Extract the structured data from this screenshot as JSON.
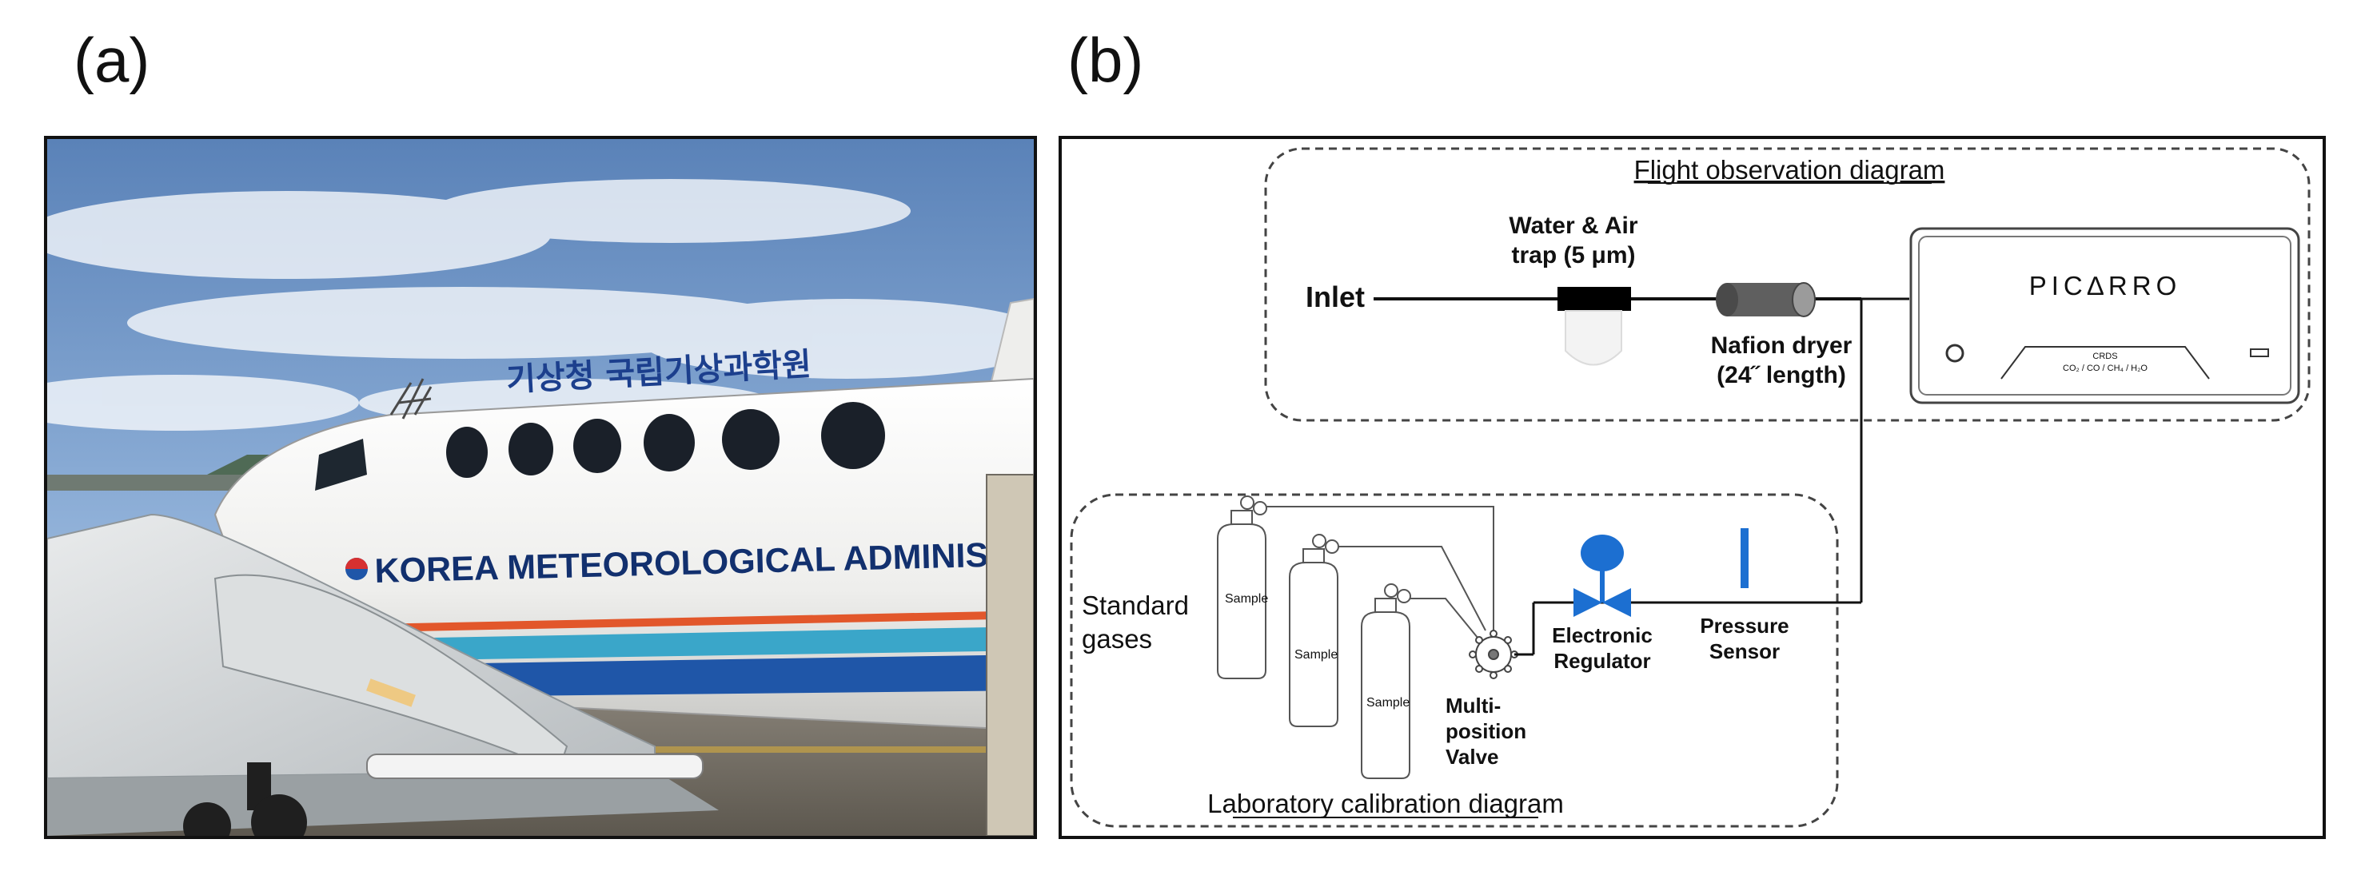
{
  "panels": {
    "a": {
      "label": "(a)"
    },
    "b": {
      "label": "(b)"
    }
  },
  "photo": {
    "fuselage_korean_text": "기상청 국립기상과학원",
    "fuselage_english_text": "KOREA METEOROLOGICAL ADMINISTRATION"
  },
  "diagram": {
    "flight_box_title": "Flight observation diagram",
    "lab_box_title": "Laboratory calibration diagram",
    "inlet_label": "Inlet",
    "trap_label_line1": "Water & Air",
    "trap_label_line2": "trap (5 μm)",
    "dryer_label_line1": "Nafion dryer",
    "dryer_label_line2": "(24˝ length)",
    "analyzer_brand": "PIC∆RRO",
    "analyzer_model": "CRDS",
    "analyzer_species": "CO₂ / CO / CH₄ / H₂O",
    "standard_gases_line1": "Standard",
    "standard_gases_line2": "gases",
    "cylinder_label": "Sample",
    "valve_label_line1": "Multi-",
    "valve_label_line2": "position",
    "valve_label_line3": "Valve",
    "regulator_label_line1": "Electronic",
    "regulator_label_line2": "Regulator",
    "sensor_label_line1": "Pressure",
    "sensor_label_line2": "Sensor"
  },
  "colors": {
    "sky": "#6f93c4",
    "fuselage": "#f3f3f1",
    "stripe_orange": "#e2572b",
    "stripe_blue": "#1f56a8",
    "stripe_cyan": "#3aa6c9",
    "regulator_blue": "#1c6fd1"
  }
}
